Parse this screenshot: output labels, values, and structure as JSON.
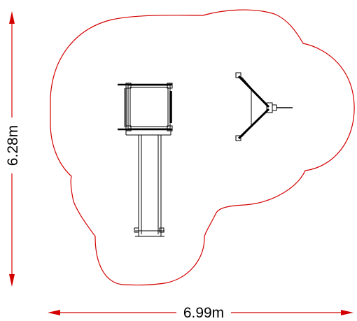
{
  "dimensions": {
    "width_label": "6.99m",
    "height_label": "6.28m"
  },
  "colors": {
    "safety_zone": "#d40000",
    "equipment": "#000000",
    "dimension_arrows": "#d40000",
    "background": "#ffffff"
  },
  "components": [
    {
      "name": "play-tower",
      "shape": "square-platform"
    },
    {
      "name": "slide",
      "shape": "straight-chute"
    },
    {
      "name": "v-swing-frame",
      "shape": "a-frame"
    }
  ]
}
